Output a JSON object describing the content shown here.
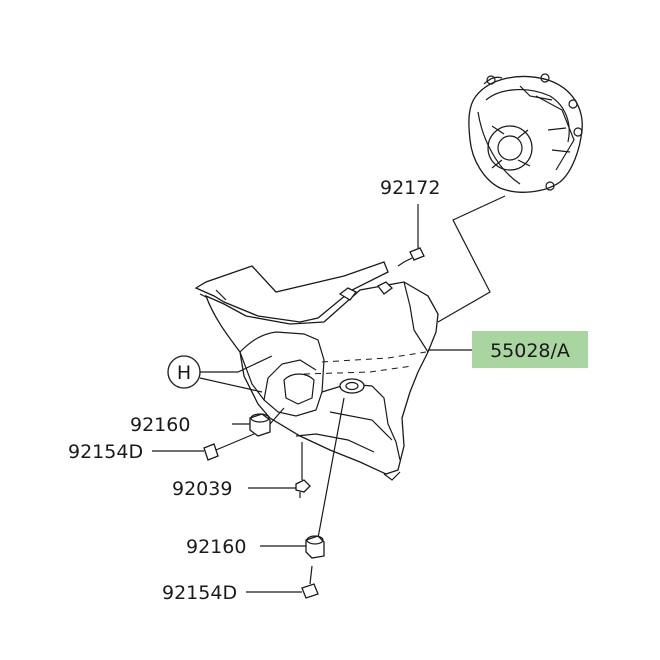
{
  "labels": {
    "p92172": "92172",
    "p55028A": "55028/A",
    "pH": "H",
    "p92160_top": "92160",
    "p92154D_top": "92154D",
    "p92039": "92039",
    "p92160_bottom": "92160",
    "p92154D_bottom": "92154D"
  },
  "colors": {
    "highlight": "#a9d5a0",
    "line": "#1a1a1a",
    "background": "#ffffff"
  },
  "icons": {
    "headlight": "headlight-assembly-icon",
    "inner_cowl": "inner-cowl-panel-icon"
  }
}
